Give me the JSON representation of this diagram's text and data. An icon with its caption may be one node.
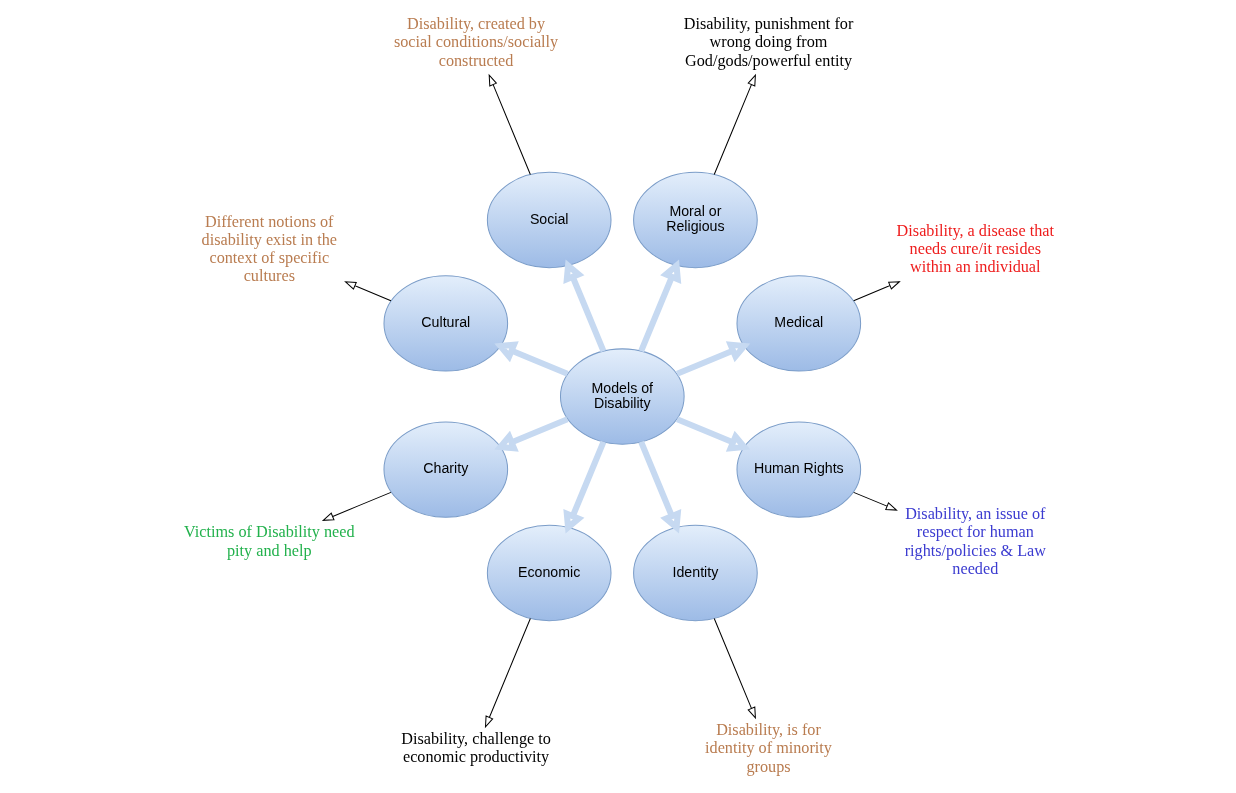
{
  "diagram": {
    "nodes": [
      {
        "text": [
          "Models of Disability"
        ]
      },
      {
        "text": [
          "Moral or Religious"
        ]
      },
      {
        "text": [
          "Medical"
        ]
      },
      {
        "text": [
          "Human Rights"
        ]
      },
      {
        "text": [
          "Identity"
        ]
      },
      {
        "text": [
          "Economic"
        ]
      },
      {
        "text": [
          "Charity"
        ]
      },
      {
        "text": [
          "Cultural"
        ]
      },
      {
        "text": [
          "Social"
        ]
      },
      {
        "text": [
          "Disability, punishment for wrong doing from God/gods/powerful entity"
        ]
      },
      {
        "text": [
          "Disability, a disease that needs cure/it resides within an individual"
        ]
      },
      {
        "text": [
          "Disability, an issue of respect for human rights/policies & Law needed"
        ]
      },
      {
        "text": [
          "Disability, is for identity of minority groups"
        ]
      },
      {
        "text": [
          "Disability, challenge to economic productivity"
        ]
      },
      {
        "text": [
          "Victims of Disability need pity and help"
        ]
      },
      {
        "text": [
          "Different notions of disability exist in the context of specific cultures"
        ]
      },
      {
        "text": [
          "Disability, created by social conditions/socially constructed"
        ]
      }
    ],
    "edges": [
      {
        "from": 0,
        "to": 1,
        "arrow": "to",
        "color": "#c6d9f1",
        "style": "thick"
      },
      {
        "from": 0,
        "to": 2,
        "arrow": "to",
        "color": "#c6d9f1",
        "style": "thick"
      },
      {
        "from": 0,
        "to": 3,
        "arrow": "to",
        "color": "#c6d9f1",
        "style": "thick"
      },
      {
        "from": 0,
        "to": 4,
        "arrow": "to",
        "color": "#c6d9f1",
        "style": "thick"
      },
      {
        "from": 0,
        "to": 5,
        "arrow": "to",
        "color": "#c6d9f1",
        "style": "thick"
      },
      {
        "from": 0,
        "to": 6,
        "arrow": "to",
        "color": "#c6d9f1",
        "style": "thick"
      },
      {
        "from": 0,
        "to": 7,
        "arrow": "to",
        "color": "#c6d9f1",
        "style": "thick"
      },
      {
        "from": 0,
        "to": 8,
        "arrow": "to",
        "color": "#c6d9f1",
        "style": "thick"
      },
      {
        "from": 1,
        "to": 9,
        "arrow": "to",
        "color": "#000000"
      },
      {
        "from": 2,
        "to": 10,
        "arrow": "to",
        "color": "#000000"
      },
      {
        "from": 3,
        "to": 11,
        "arrow": "to",
        "color": "#000000"
      },
      {
        "from": 4,
        "to": 12,
        "arrow": "to",
        "color": "#000000"
      },
      {
        "from": 5,
        "to": 13,
        "arrow": "to",
        "color": "#000000"
      },
      {
        "from": 6,
        "to": 14,
        "arrow": "to",
        "color": "#000000"
      },
      {
        "from": 7,
        "to": 15,
        "arrow": "to",
        "color": "#000000"
      },
      {
        "from": 8,
        "to": 16,
        "arrow": "to",
        "color": "#000000"
      }
    ]
  }
}
